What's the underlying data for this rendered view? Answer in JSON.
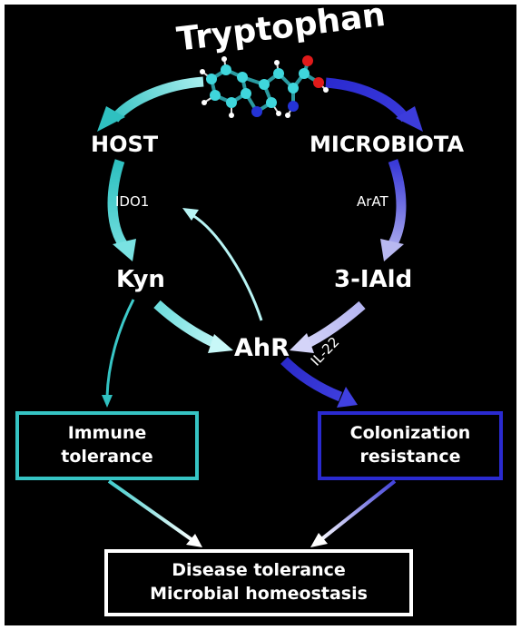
{
  "title": "Tryptophan",
  "nodes": {
    "host": "HOST",
    "microbiota": "MICROBIOTA",
    "kyn": "Kyn",
    "iald": "3-IAld",
    "ahr": "AhR"
  },
  "enzymes": {
    "ido1": "IDO1",
    "arat": "ArAT",
    "il22": "IL-22"
  },
  "boxes": {
    "immune": [
      "Immune",
      "tolerance"
    ],
    "colonization": [
      "Colonization",
      "resistance"
    ],
    "outcome": [
      "Disease tolerance",
      "Microbial homeostasis"
    ]
  },
  "colors": {
    "background": "#000000",
    "host_path": "#36c4c4",
    "host_light": "#b8f4f4",
    "microbiota_path": "#3b3bd8",
    "microbiota_light": "#c4c4f4",
    "text": "#ffffff"
  }
}
